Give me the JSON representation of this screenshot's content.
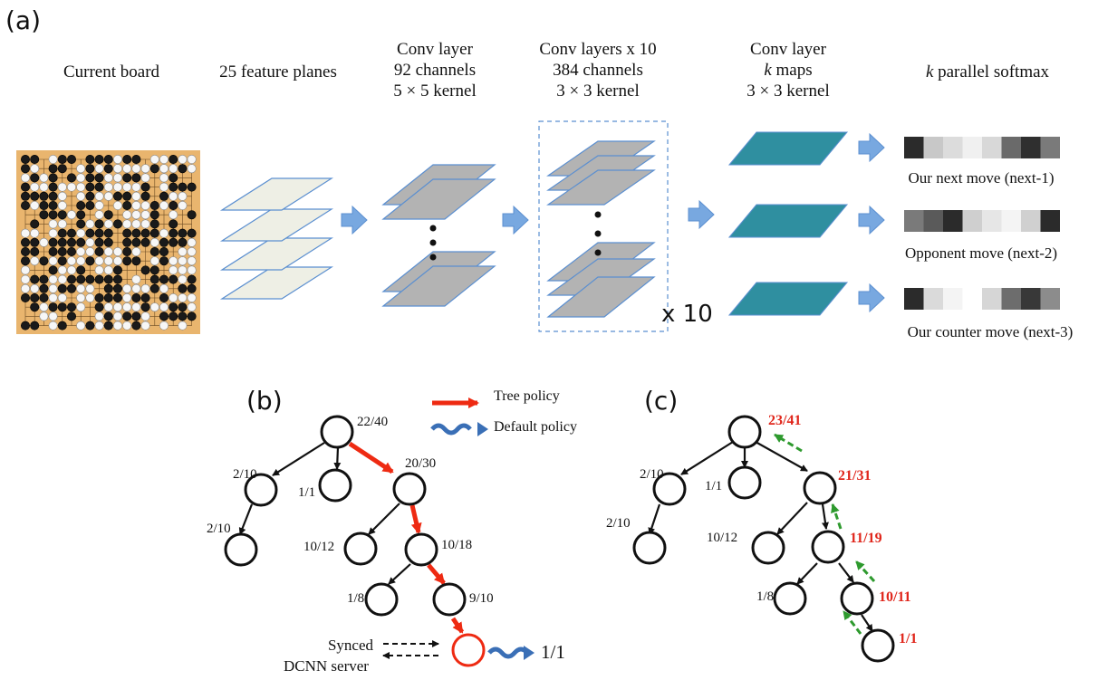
{
  "panels": {
    "a": "(a)",
    "b": "(b)",
    "c": "(c)"
  },
  "network": {
    "headers": [
      {
        "lines": [
          "Current board"
        ]
      },
      {
        "lines": [
          "25 feature planes"
        ]
      },
      {
        "lines": [
          "Conv layer",
          "92 channels",
          "5 × 5 kernel"
        ]
      },
      {
        "lines": [
          "Conv layers x 10",
          "384 channels",
          "3 × 3 kernel"
        ]
      },
      {
        "lines": [
          "Conv layer",
          "k maps",
          "3 × 3 kernel"
        ]
      },
      {
        "lines": [
          "k parallel softmax"
        ]
      }
    ],
    "repeat_label": "x 10",
    "outputs": [
      {
        "label": "Our next move (next-1)",
        "cells": [
          "#2b2b2b",
          "#c8c8c8",
          "#dcdcdc",
          "#f0f0f0",
          "#d8d8d8",
          "#6a6a6a",
          "#2f2f2f",
          "#7a7a7a"
        ]
      },
      {
        "label": "Opponent move (next-2)",
        "cells": [
          "#7a7a7a",
          "#5a5a5a",
          "#2b2b2b",
          "#cfcfcf",
          "#e6e6e6",
          "#f4f4f4",
          "#d0d0d0",
          "#2b2b2b"
        ]
      },
      {
        "label": "Our counter move (next-3)",
        "cells": [
          "#2b2b2b",
          "#dadada",
          "#f4f4f4",
          "#ffffff",
          "#d6d6d6",
          "#6d6d6d",
          "#383838",
          "#8c8c8c"
        ]
      }
    ]
  },
  "legend": {
    "tree_policy": "Tree policy",
    "default_policy": "Default policy"
  },
  "tree_b": {
    "labels": [
      "22/40",
      "2/10",
      "1/1",
      "20/30",
      "2/10",
      "10/12",
      "10/18",
      "1/8",
      "9/10",
      "1/1"
    ],
    "server": [
      "Synced",
      "DCNN server"
    ]
  },
  "tree_c": {
    "labels": [
      "2/10",
      "1/1",
      "2/10",
      "10/12",
      "1/8"
    ],
    "highlighted": [
      "23/41",
      "21/31",
      "11/19",
      "10/11",
      "1/1"
    ]
  },
  "colors": {
    "tree_policy": "#ee2a12",
    "default_policy": "#3a6fb6",
    "backprop": "#2e9a2e",
    "conv_gray": "#b3b3b3",
    "feature_plane": "#eeefe5",
    "k_map": "#2f8fa0",
    "arrow_blue": "#78a8e0",
    "board_wood": "#e9b56e"
  }
}
